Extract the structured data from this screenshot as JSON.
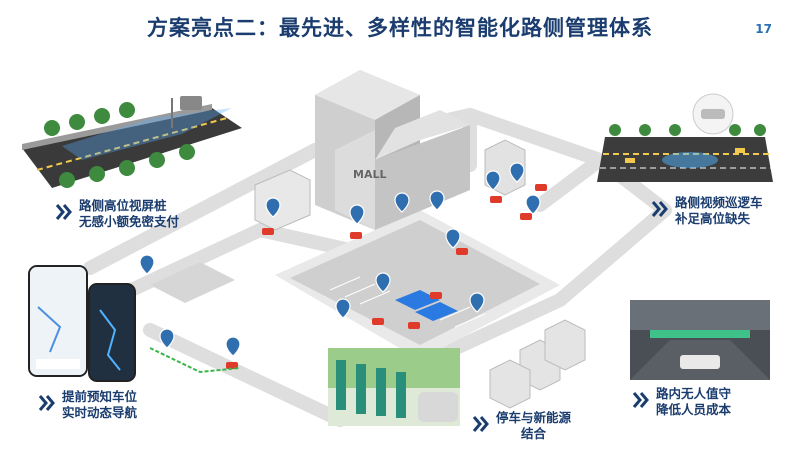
{
  "header": {
    "title": "方案亮点二：最先进、多样性的智能化路侧管理体系",
    "page_number": "17"
  },
  "building": {
    "sign": "MALL"
  },
  "features": [
    {
      "line1": "路侧高位视屏桩",
      "line2": "无感小额免密支付"
    },
    {
      "line1": "路侧视频巡逻车",
      "line2": "补足高位缺失"
    },
    {
      "line1": "提前预知车位",
      "line2": "实时动态导航"
    },
    {
      "line1": "停车与新能源",
      "line2": "结合"
    },
    {
      "line1": "路内无人值守",
      "line2": "降低人员成本"
    }
  ],
  "colors": {
    "title": "#1a3c6e",
    "accent": "#2a6fb0",
    "road": "#d9d9d9",
    "car": "#e03a2a",
    "pin": "#2f6fb0"
  },
  "icons": [
    "chevron-right-icon",
    "location-pin-icon",
    "camera-icon",
    "car-icon",
    "tree-icon",
    "phone-icon"
  ]
}
